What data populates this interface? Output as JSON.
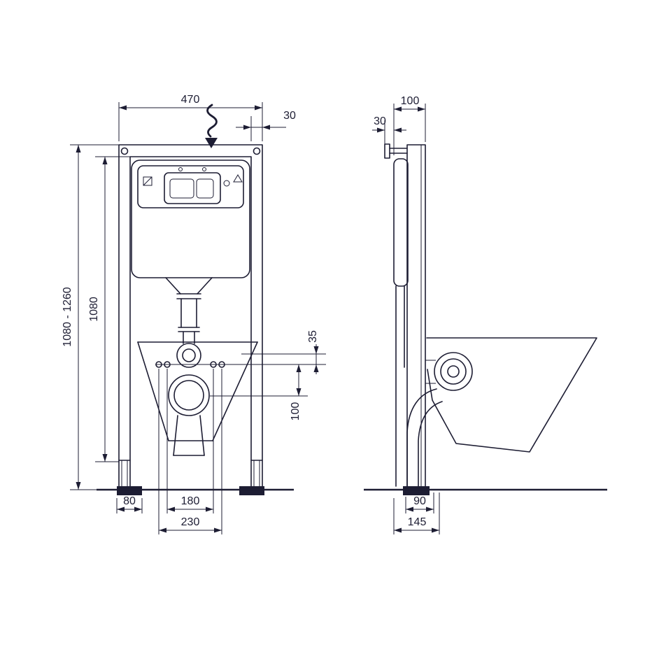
{
  "drawing": {
    "front": {
      "width": "470",
      "profile": "30",
      "height_range": "1080 - 1260",
      "height": "1080",
      "offset_small": "35",
      "offset_large": "100",
      "foot_width": "80",
      "bolt_spacing_inner": "180",
      "bolt_spacing_outer": "230"
    },
    "side": {
      "depth": "100",
      "bracket_offset": "30",
      "outlet_offset": "90",
      "overall_depth": "145"
    }
  },
  "icons": {
    "water_inlet": "water-flow-arrow-icon"
  },
  "colors": {
    "line": "#1d1d33",
    "background": "#ffffff"
  }
}
